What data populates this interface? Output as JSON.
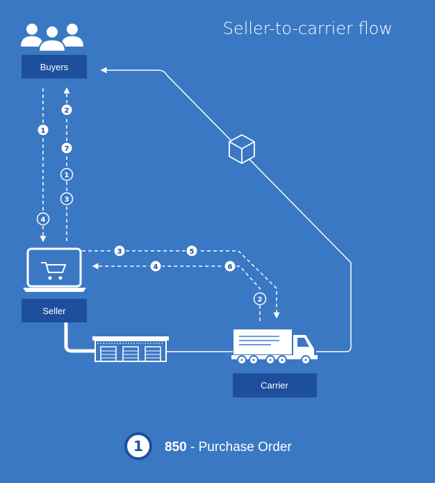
{
  "title": "Seller-to-carrier flow",
  "nodes": {
    "buyers": "Buyers",
    "seller": "Seller",
    "carrier": "Carrier"
  },
  "step_badges": {
    "buyer_down_1": "1",
    "buyer_down_4": "4",
    "buyer_up_2": "2",
    "buyer_up_7": "7",
    "buyer_up_1": "1",
    "buyer_up_3": "3",
    "seller_out_3": "3",
    "seller_out_5": "5",
    "seller_in_4": "4",
    "seller_in_6": "6",
    "carrier_2": "2"
  },
  "legend": {
    "number": "1",
    "code": "850",
    "separator": " - ",
    "description": "Purchase Order"
  },
  "colors": {
    "background": "#3a78c3",
    "box": "#1d4f9c",
    "line": "#ffffff",
    "badge_text": "#1d4f9c"
  },
  "icons": [
    "users-icon",
    "laptop-cart-icon",
    "warehouse-icon",
    "truck-icon",
    "package-box-icon"
  ]
}
